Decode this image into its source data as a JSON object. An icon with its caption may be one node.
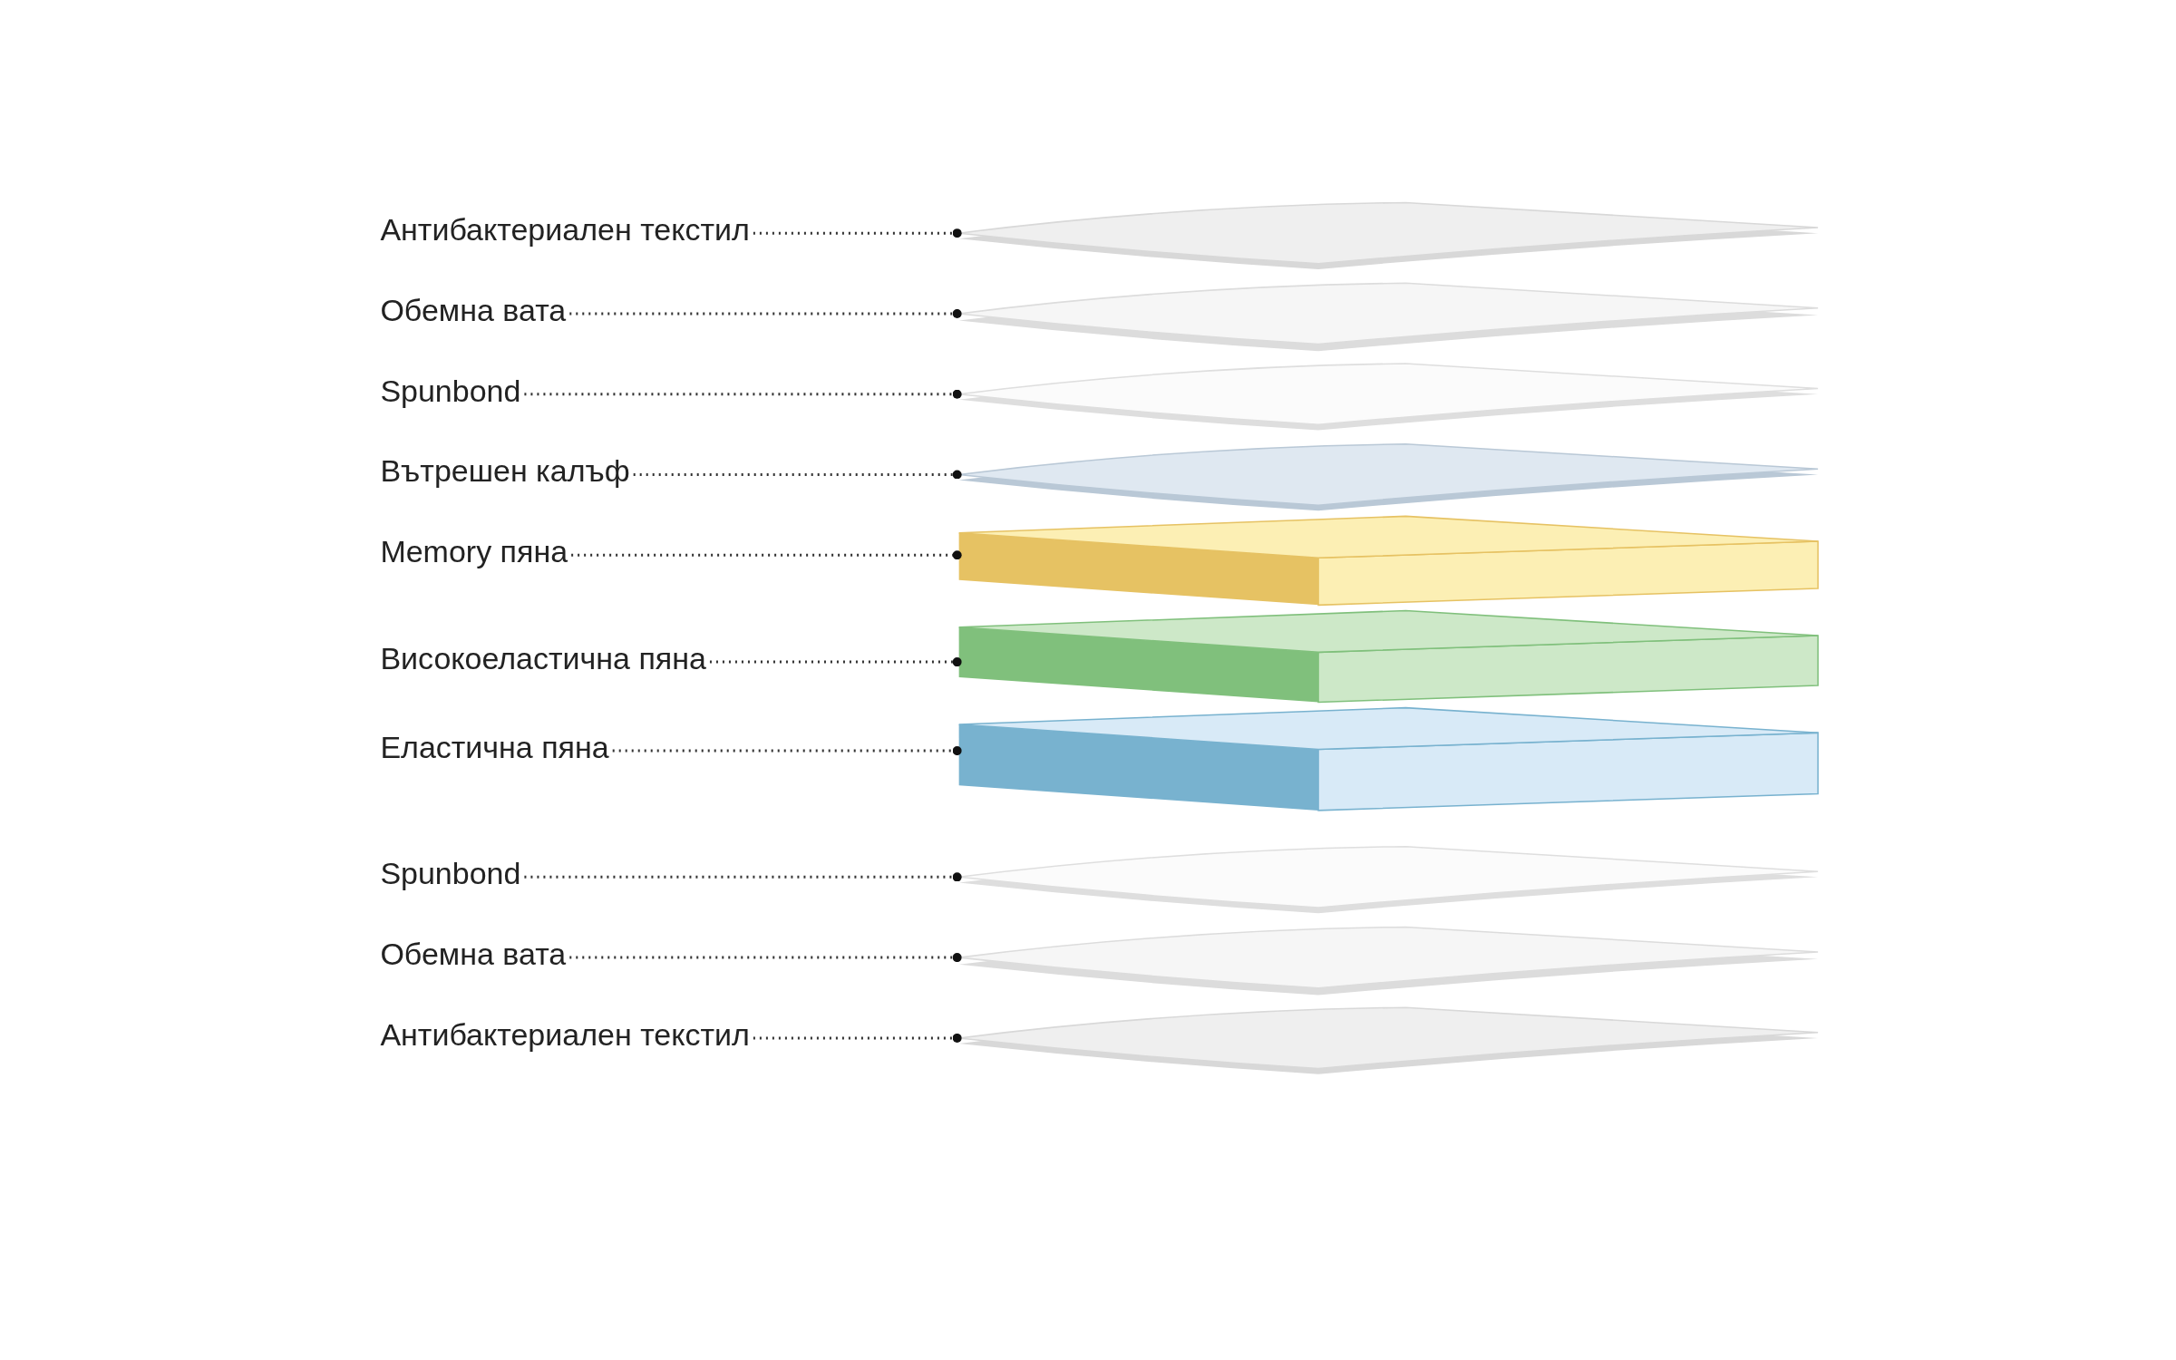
{
  "diagram": {
    "nodes": [
      {
        "text": [
          "Антибактериален текстил"
        ]
      },
      {
        "text": [
          "Обемна вата"
        ]
      },
      {
        "text": [
          "Spunbond"
        ]
      },
      {
        "text": [
          "Вътрешен калъф"
        ]
      },
      {
        "text": [
          "Memory пяна"
        ]
      },
      {
        "text": [
          "Високоеластична пяна"
        ]
      },
      {
        "text": [
          "Еластична пяна"
        ]
      },
      {
        "text": [
          "Spunbond"
        ]
      },
      {
        "text": [
          "Обемна вата"
        ]
      },
      {
        "text": [
          "Антибактериален текстил"
        ]
      },
      {
        "text": [],
        "shape": "picture"
      },
      {
        "text": [],
        "shape": "picture"
      },
      {
        "text": [],
        "shape": "picture"
      },
      {
        "text": [],
        "shape": "picture"
      },
      {
        "text": [],
        "shape": "picture"
      },
      {
        "text": [],
        "shape": "picture"
      },
      {
        "text": [],
        "shape": "picture"
      },
      {
        "text": [],
        "shape": "picture"
      },
      {
        "text": [],
        "shape": "picture"
      },
      {
        "text": [],
        "shape": "picture"
      }
    ],
    "edges": [
      {
        "from": 0,
        "to": 10,
        "arrow": "other"
      },
      {
        "from": 1,
        "to": 11,
        "arrow": "other"
      },
      {
        "from": 2,
        "to": 12,
        "arrow": "other"
      },
      {
        "from": 3,
        "to": 13,
        "arrow": "other"
      },
      {
        "from": 4,
        "to": 14,
        "arrow": "other"
      },
      {
        "from": 5,
        "to": 15,
        "arrow": "other"
      },
      {
        "from": 6,
        "to": 16,
        "arrow": "other"
      },
      {
        "from": 7,
        "to": 17,
        "arrow": "other"
      },
      {
        "from": 8,
        "to": 18,
        "arrow": "other"
      },
      {
        "from": 9,
        "to": 19,
        "arrow": "other"
      }
    ]
  }
}
